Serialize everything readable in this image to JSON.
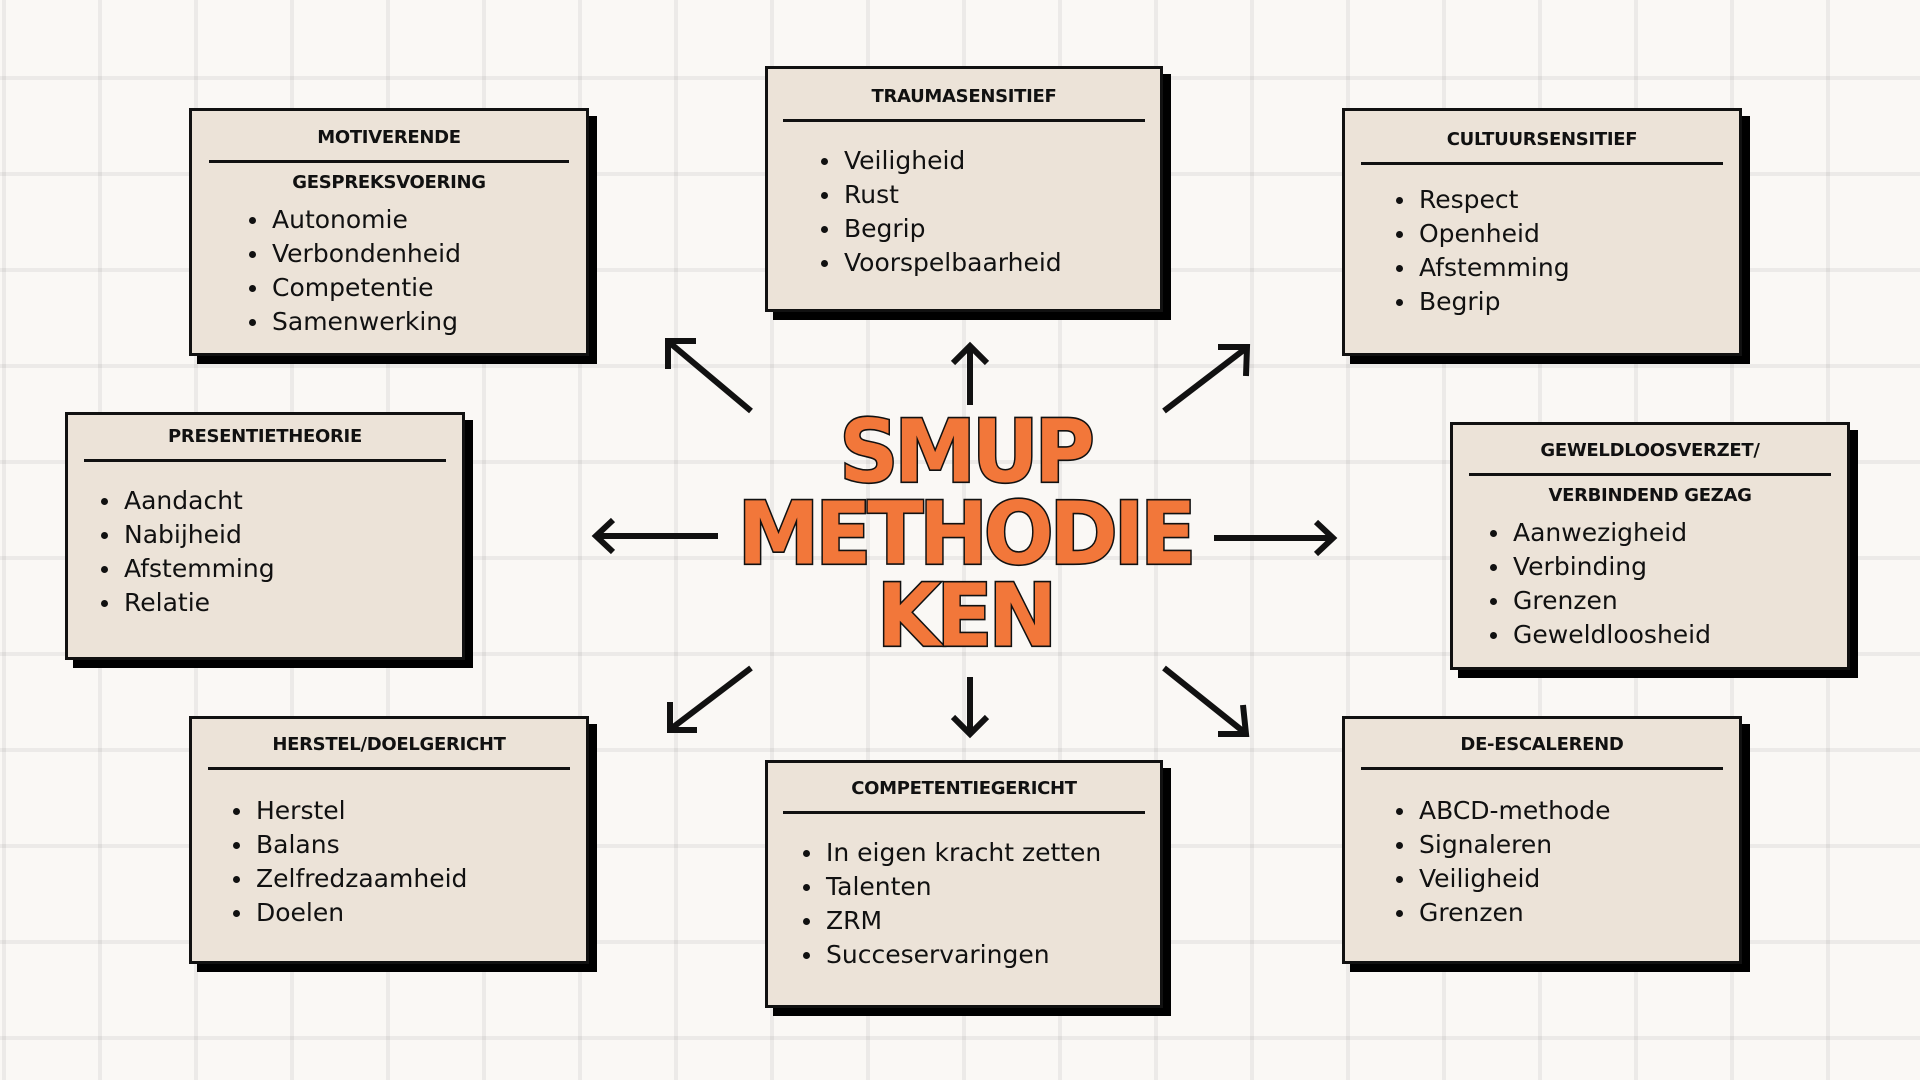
{
  "center_title": {
    "line1": "SMUP",
    "line2": "METHODIE",
    "line3": "KEN"
  },
  "colors": {
    "accent": "#f2773a",
    "box_fill": "#ece3d8",
    "ink": "#111111",
    "background": "#faf8f5"
  },
  "boxes": {
    "motiverende": {
      "title_line1": "MOTIVERENDE",
      "title_line2": "GESPREKSVOERING",
      "items": [
        "Autonomie",
        "Verbondenheid",
        "Competentie",
        "Samenwerking"
      ]
    },
    "trauma": {
      "title": "TRAUMASENSITIEF",
      "items": [
        "Veiligheid",
        "Rust",
        "Begrip",
        "Voorspelbaarheid"
      ]
    },
    "cultuur": {
      "title": "CULTUURSENSITIEF",
      "items": [
        "Respect",
        "Openheid",
        "Afstemming",
        "Begrip"
      ]
    },
    "presentie": {
      "title": "PRESENTIETHEORIE",
      "items": [
        "Aandacht",
        "Nabijheid",
        "Afstemming",
        "Relatie"
      ]
    },
    "geweldloos": {
      "title_line1": "GEWELDLOOSVERZET/",
      "title_line2": "VERBINDEND GEZAG",
      "items": [
        "Aanwezigheid",
        "Verbinding",
        "Grenzen",
        "Geweldloosheid"
      ]
    },
    "herstel": {
      "title": "HERSTEL/DOELGERICHT",
      "items": [
        "Herstel",
        "Balans",
        "Zelfredzaamheid",
        "Doelen"
      ]
    },
    "competentie": {
      "title": "COMPETENTIEGERICHT",
      "items": [
        "In eigen kracht zetten",
        "Talenten",
        "ZRM",
        "Succeservaringen"
      ]
    },
    "deescalerend": {
      "title": "DE-ESCALEREND",
      "items": [
        "ABCD-methode",
        "Signaleren",
        "Veiligheid",
        "Grenzen"
      ]
    }
  }
}
